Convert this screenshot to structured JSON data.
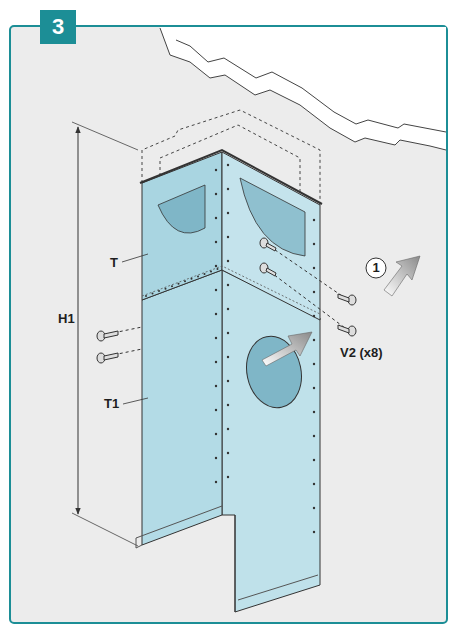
{
  "diagram": {
    "nodes": [
      {
        "text": [
          "3"
        ]
      }
    ],
    "labels": [
      "T",
      "H1",
      "T1",
      "1",
      "V2 (x8)"
    ]
  }
}
